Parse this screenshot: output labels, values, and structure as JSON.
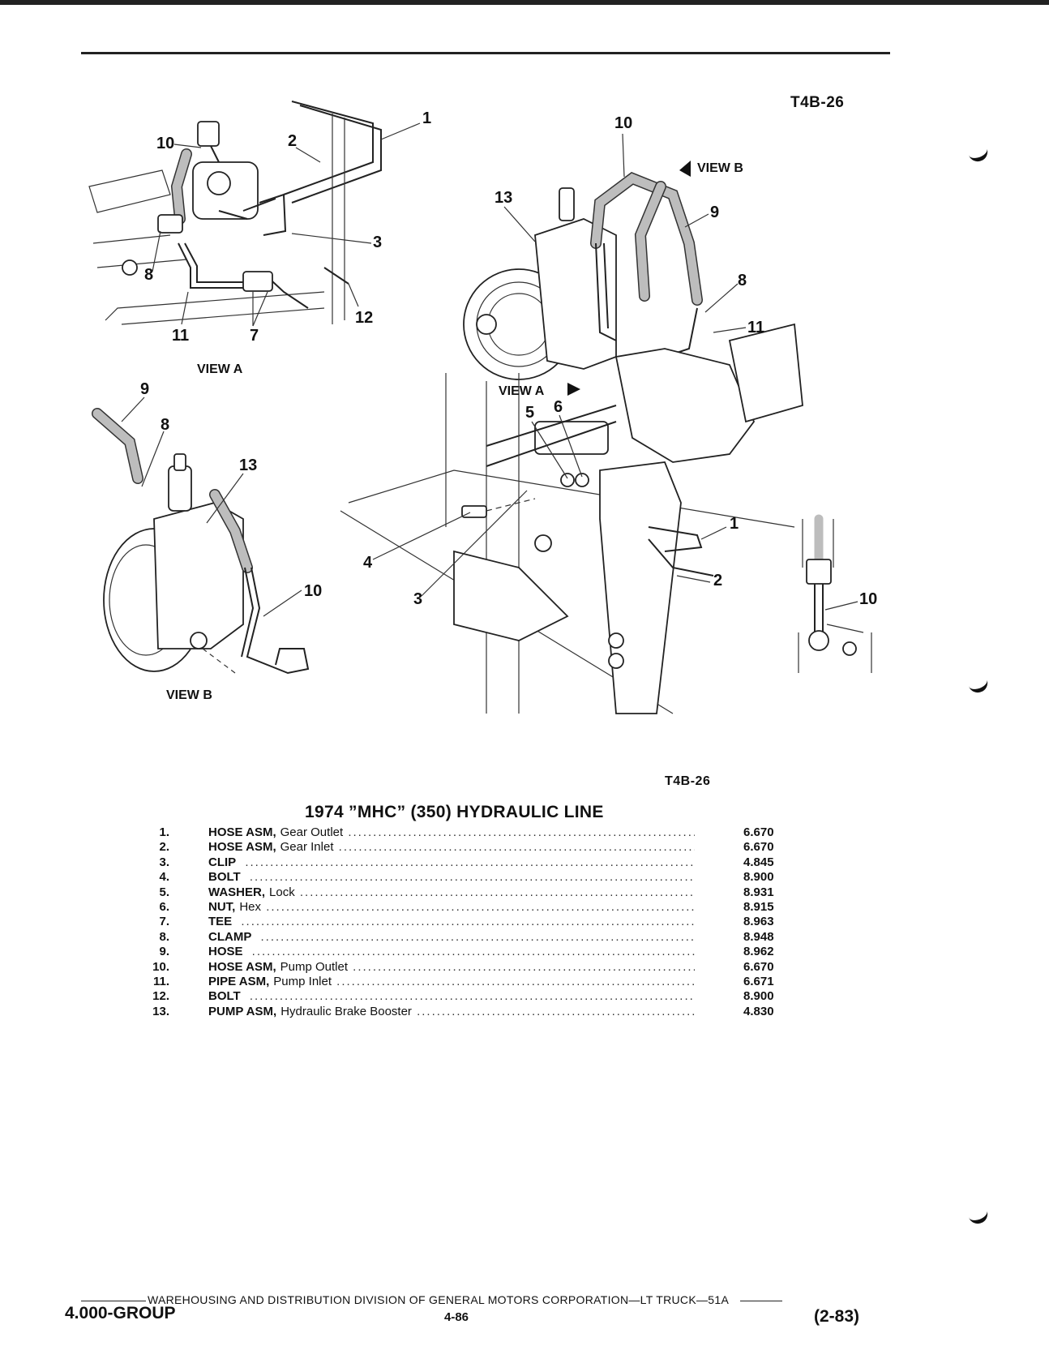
{
  "header": {
    "ref_top": "T4B-26",
    "ref_mid": "T4B-26"
  },
  "diagram": {
    "view_a_label": "VIEW A",
    "view_b_label": "VIEW B",
    "main_view_a_label": "VIEW A",
    "main_view_b_label": "VIEW B",
    "callouts": {
      "c1": "1",
      "c2": "2",
      "c3": "3",
      "c4": "4",
      "c5": "5",
      "c6": "6",
      "c7": "7",
      "c8": "8",
      "c9": "9",
      "c10": "10",
      "c11": "11",
      "c12": "12",
      "c13": "13"
    }
  },
  "parts_list": {
    "title": "1974 ”MHC” (350) HYDRAULIC LINE",
    "items": [
      {
        "num": "1.",
        "name": "HOSE ASM,",
        "desc": "Gear Outlet",
        "code": "6.670"
      },
      {
        "num": "2.",
        "name": "HOSE ASM,",
        "desc": "Gear Inlet",
        "code": "6.670"
      },
      {
        "num": "3.",
        "name": "CLIP",
        "desc": "",
        "code": "4.845"
      },
      {
        "num": "4.",
        "name": "BOLT",
        "desc": "",
        "code": "8.900"
      },
      {
        "num": "5.",
        "name": "WASHER,",
        "desc": "Lock",
        "code": "8.931"
      },
      {
        "num": "6.",
        "name": "NUT,",
        "desc": "Hex",
        "code": "8.915"
      },
      {
        "num": "7.",
        "name": "TEE",
        "desc": "",
        "code": "8.963"
      },
      {
        "num": "8.",
        "name": "CLAMP",
        "desc": "",
        "code": "8.948"
      },
      {
        "num": "9.",
        "name": "HOSE",
        "desc": "",
        "code": "8.962"
      },
      {
        "num": "10.",
        "name": "HOSE ASM,",
        "desc": "Pump Outlet",
        "code": "6.670"
      },
      {
        "num": "11.",
        "name": "PIPE ASM,",
        "desc": "Pump Inlet",
        "code": "6.671"
      },
      {
        "num": "12.",
        "name": "BOLT",
        "desc": "",
        "code": "8.900"
      },
      {
        "num": "13.",
        "name": "PUMP ASM,",
        "desc": "Hydraulic Brake Booster",
        "code": "4.830"
      }
    ]
  },
  "footer": {
    "division": "WAREHOUSING AND DISTRIBUTION  DIVISION OF GENERAL MOTORS CORPORATION—LT TRUCK—51A",
    "group": "4.000-GROUP",
    "page": "4-86",
    "date": "(2-83)"
  }
}
